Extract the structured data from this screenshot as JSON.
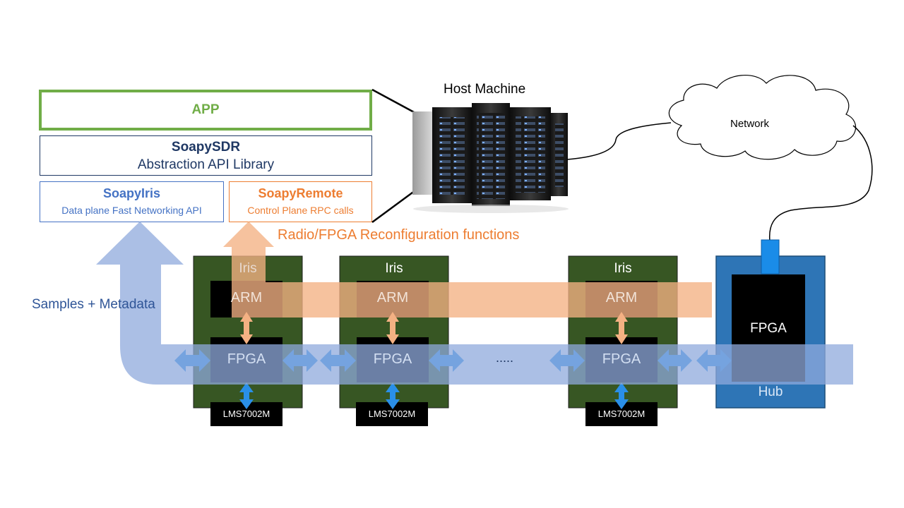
{
  "stack": {
    "app": "APP",
    "soapysdr_title": "SoapySDR",
    "soapysdr_subtitle": "Abstraction API Library",
    "soapyiris_title": "SoapyIris",
    "soapyiris_subtitle": "Data plane Fast Networking API",
    "soapyremote_title": "SoapyRemote",
    "soapyremote_subtitle": "Control Plane RPC calls"
  },
  "host_label": "Host Machine",
  "network_label": "Network",
  "reconfig_label": "Radio/FPGA Reconfiguration functions",
  "samples_label": "Samples + Metadata",
  "ellipsis": ".....",
  "iris_nodes": [
    {
      "name": "Iris",
      "arm": "ARM",
      "fpga": "FPGA",
      "rf": "LMS7002M"
    },
    {
      "name": "Iris",
      "arm": "ARM",
      "fpga": "FPGA",
      "rf": "LMS7002M"
    },
    {
      "name": "Iris",
      "arm": "ARM",
      "fpga": "FPGA",
      "rf": "LMS7002M"
    }
  ],
  "hub": {
    "fpga": "FPGA",
    "name": "Hub"
  },
  "colors": {
    "app_green": "#70ad47",
    "soapysdr_navy": "#1f3864",
    "soapyiris_blue": "#4472c4",
    "soapyremote_orange": "#ed7d31",
    "iris_board": "#375623",
    "hub_blue": "#2e75b6",
    "data_band": "#8faadc",
    "control_band": "#f4b183",
    "bidir_arrow": "#2a8fe8"
  }
}
